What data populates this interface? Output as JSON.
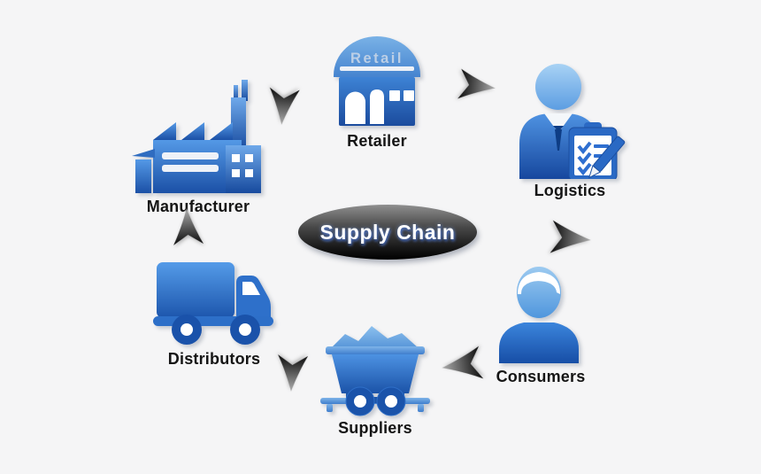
{
  "center": {
    "label": "Supply Chain"
  },
  "nodes": [
    {
      "id": "manufacturer",
      "label": "Manufacturer",
      "icon": "factory-icon"
    },
    {
      "id": "retailer",
      "label": "Retailer",
      "icon": "retail-store-icon",
      "sign_text": "Retail"
    },
    {
      "id": "logistics",
      "label": "Logistics",
      "icon": "businessman-clipboard-icon"
    },
    {
      "id": "consumers",
      "label": "Consumers",
      "icon": "person-icon"
    },
    {
      "id": "suppliers",
      "label": "Suppliers",
      "icon": "mine-cart-icon"
    },
    {
      "id": "distributors",
      "label": "Distributors",
      "icon": "delivery-truck-icon"
    }
  ],
  "cycle_order": [
    "Manufacturer",
    "Retailer",
    "Logistics",
    "Consumers",
    "Suppliers",
    "Distributors"
  ],
  "arrows": [
    {
      "between": "Manufacturer-Retailer"
    },
    {
      "between": "Retailer-Logistics"
    },
    {
      "between": "Logistics-Consumers"
    },
    {
      "between": "Consumers-Suppliers"
    },
    {
      "between": "Suppliers-Distributors"
    },
    {
      "between": "Distributors-Manufacturer"
    }
  ],
  "colors": {
    "background": "#f5f5f6",
    "icon_light_blue": "#85bcec",
    "icon_blue": "#3f85d8",
    "icon_dark_blue": "#1b52a8",
    "arrow_dark": "#0a0a0a",
    "label": "#151515",
    "ellipse_dark": "#161616",
    "center_text": "#ffffff"
  }
}
